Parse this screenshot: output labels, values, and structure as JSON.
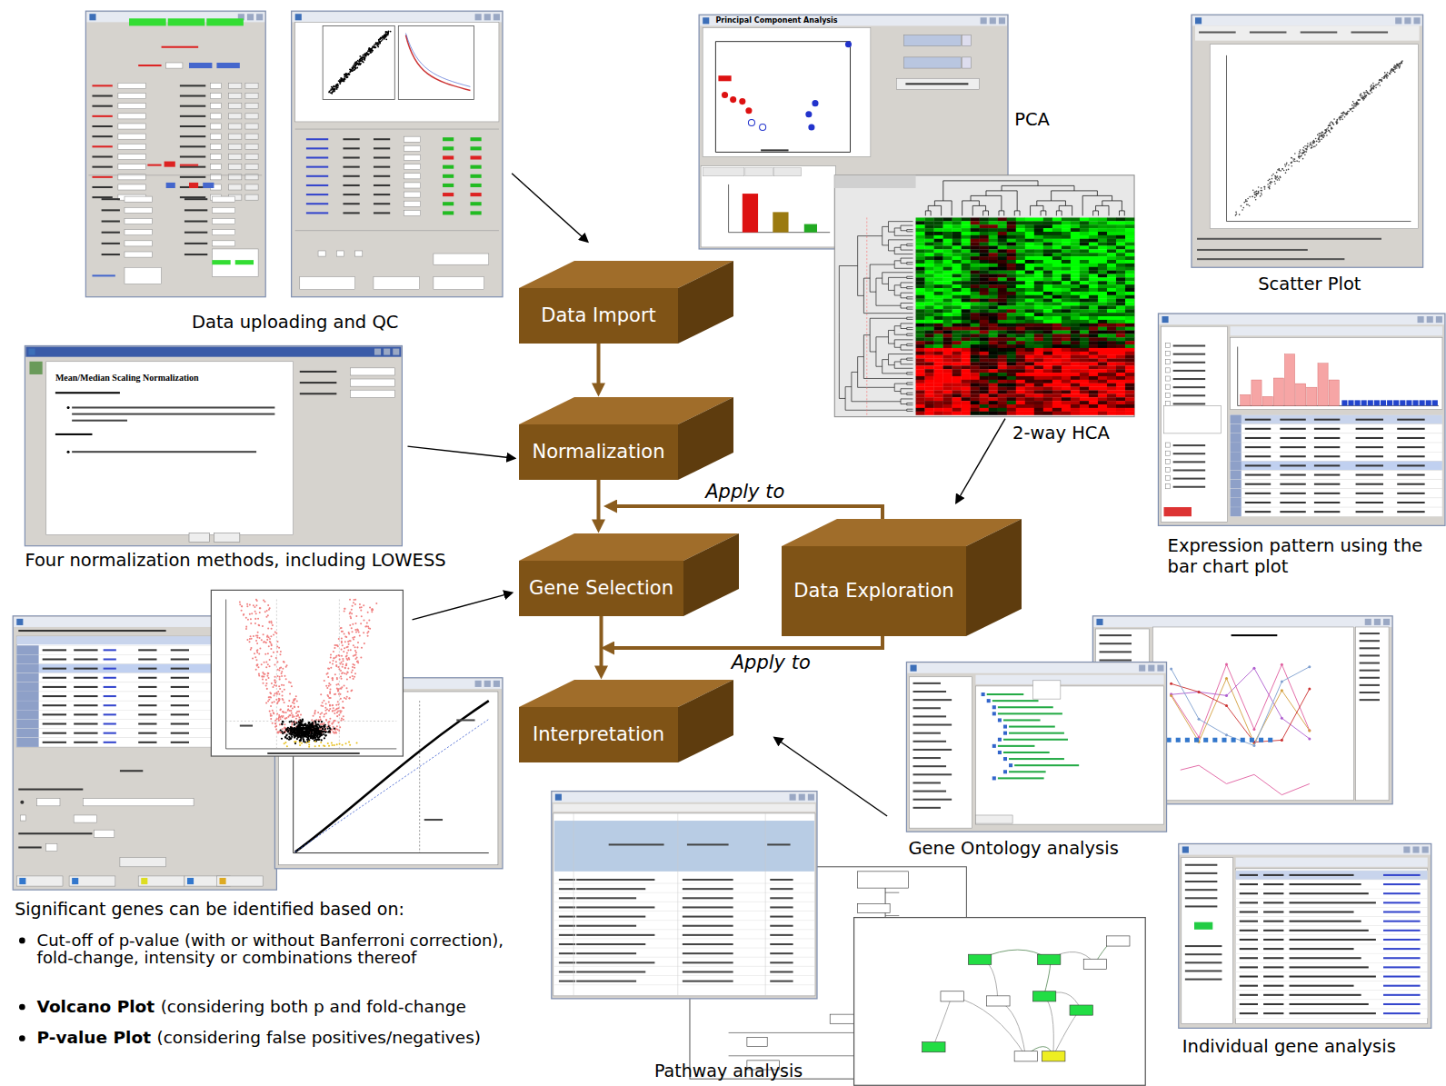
{
  "diagram": {
    "nodes": [
      {
        "text": [
          "Data Import"
        ]
      },
      {
        "text": [
          "Normalization"
        ]
      },
      {
        "text": [
          "Gene Selection"
        ]
      },
      {
        "text": [
          "Data Exploration"
        ]
      },
      {
        "text": [
          "Interpretation"
        ]
      }
    ],
    "edges": [
      {
        "from": 0,
        "to": 1,
        "arrow": "to"
      },
      {
        "from": 1,
        "to": 2,
        "arrow": "to"
      },
      {
        "from": 2,
        "to": 4,
        "arrow": "to"
      },
      {
        "from": 3,
        "to": 2,
        "label": "Apply to",
        "arrow": "to"
      },
      {
        "from": 3,
        "to": 4,
        "label": "Apply to",
        "arrow": "to"
      }
    ],
    "labels": [
      "Data uploading and QC",
      "Mean/Median Scaling Normalization",
      "Four normalization methods, including LOWESS",
      "Principal Component Analysis",
      "PCA",
      "2-way HCA",
      "Scatter Plot",
      "Expression pattern using the bar chart plot",
      "Significant genes can be identified based on:",
      "Cut-off of p-value (with or without Banferroni correction), fold-change, intensity or combinations thereof",
      "Volcano Plot",
      "(considering both p and fold-change",
      "P-value Plot",
      "(considering false positives/negatives)",
      "Gene Ontology analysis",
      "Pathway analysis",
      "Individual gene analysis"
    ]
  }
}
